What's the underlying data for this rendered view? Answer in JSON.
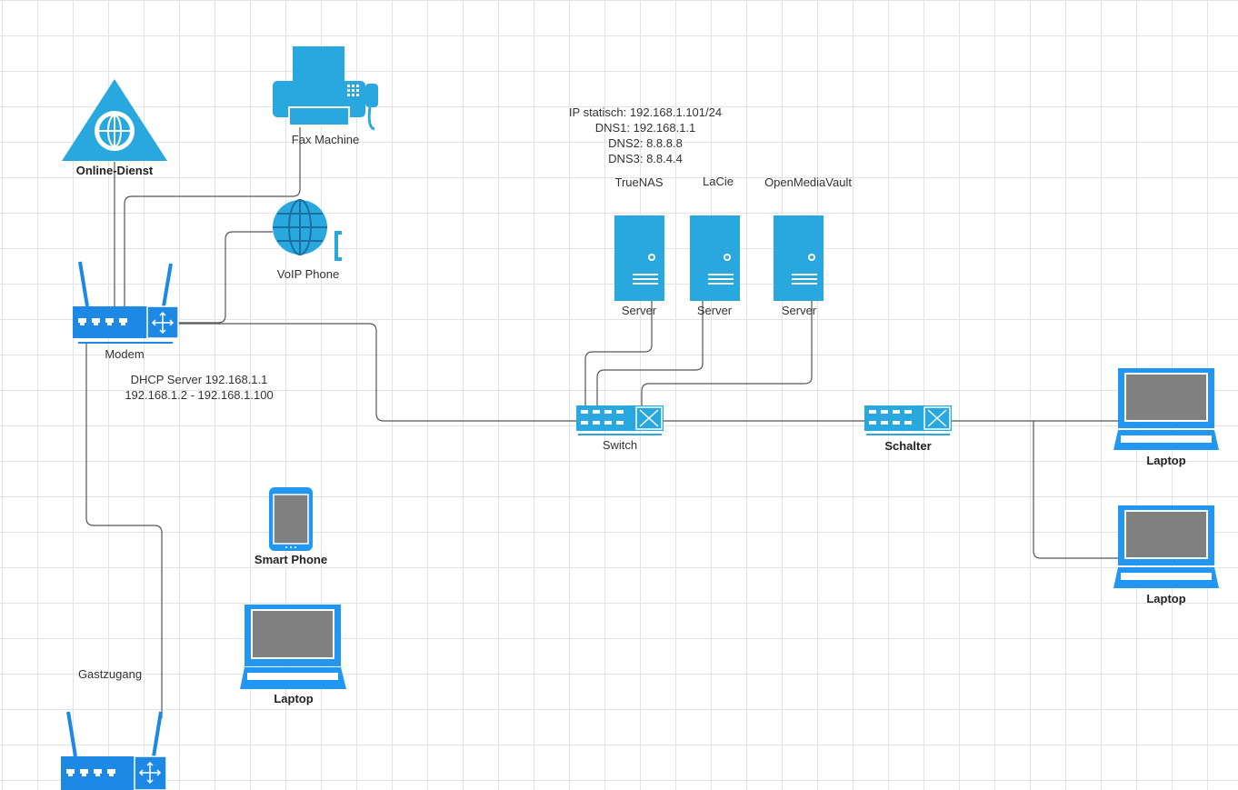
{
  "colors": {
    "device": "#29a8e0",
    "router": "#1e88e5",
    "laptop_frame": "#2196f3",
    "screen": "#808080",
    "wire": "#555555"
  },
  "devices": {
    "online_dienst": {
      "label": "Online-Dienst",
      "icon": "globe-triangle-icon"
    },
    "fax": {
      "label": "Fax Machine",
      "icon": "fax-icon"
    },
    "voip": {
      "label": "VoIP Phone",
      "icon": "voip-globe-icon"
    },
    "modem": {
      "label": "Modem",
      "icon": "router-icon"
    },
    "dhcp_info": {
      "line1": "DHCP Server 192.168.1.1",
      "line2": "192.168.1.2 - 192.168.1.100"
    },
    "ip_info": {
      "line1": "IP statisch: 192.168.1.101/24",
      "line2": "DNS1: 192.168.1.1",
      "line3": "DNS2: 8.8.8.8",
      "line4": "DNS3: 8.8.4.4"
    },
    "servers": [
      {
        "name": "TrueNAS",
        "label": "Server"
      },
      {
        "name": "LaCie",
        "label": "Server"
      },
      {
        "name": "OpenMediaVault",
        "label": "Server"
      }
    ],
    "switch": {
      "label": "Switch",
      "icon": "switch-icon"
    },
    "schalter": {
      "label": "Schalter",
      "icon": "switch-icon"
    },
    "smartphone": {
      "label": "Smart Phone",
      "icon": "smartphone-icon"
    },
    "laptop_center": {
      "label": "Laptop"
    },
    "laptop_right_top": {
      "label": "Laptop"
    },
    "laptop_right_bottom": {
      "label": "Laptop"
    },
    "gastzugang": {
      "label": "Gastzugang",
      "icon": "router-icon"
    }
  }
}
